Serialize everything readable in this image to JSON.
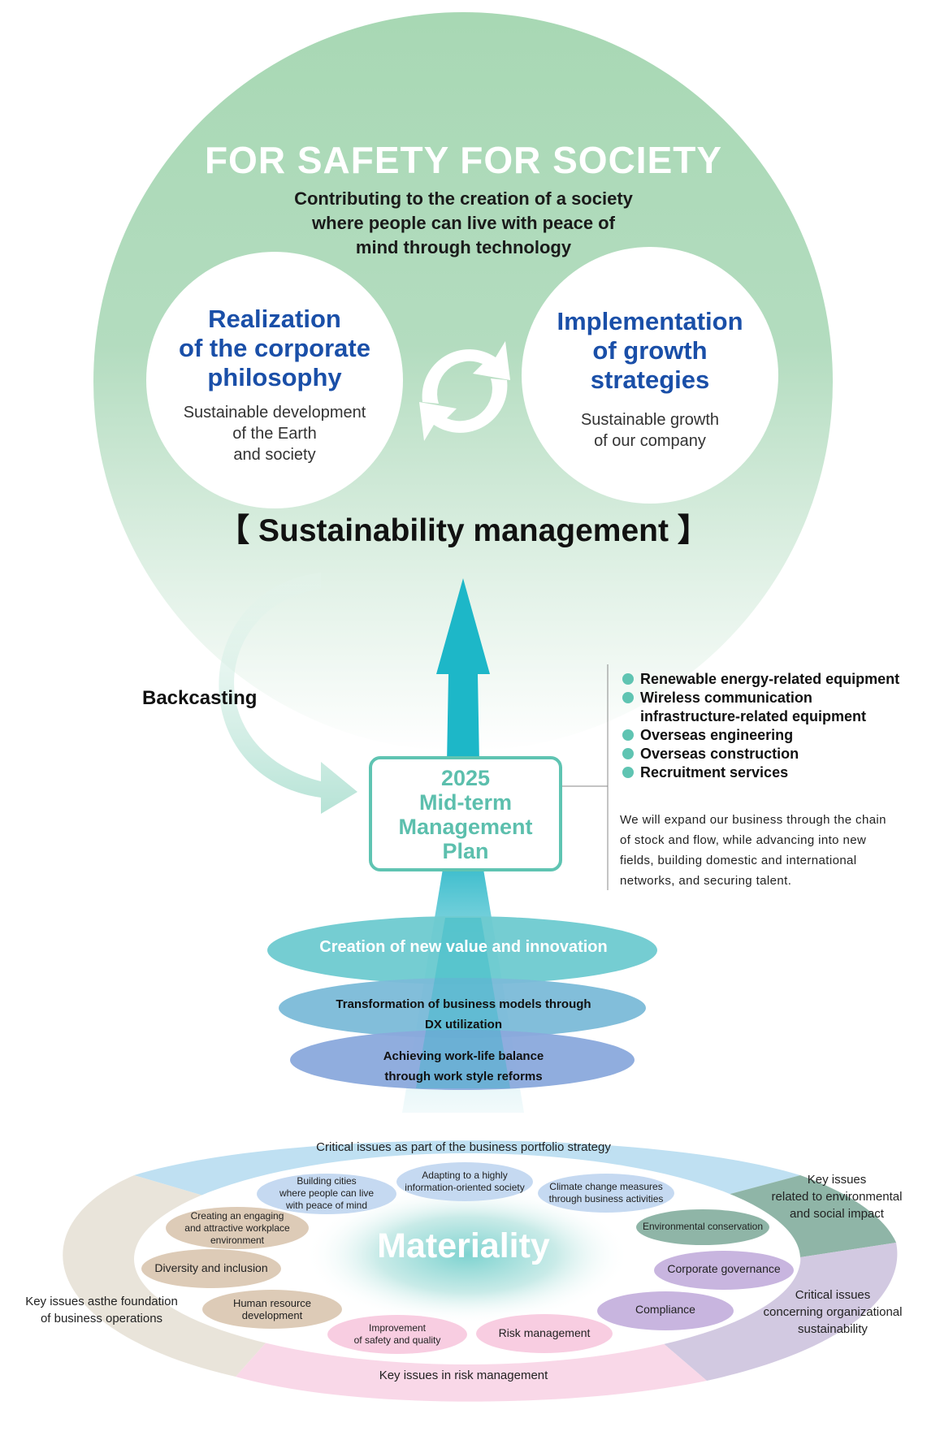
{
  "hero": {
    "title": "FOR SAFETY  FOR SOCIETY",
    "subtitle_lines": [
      "Contributing to the creation of a society",
      "where people can live with peace of",
      "mind through technology"
    ]
  },
  "left_circle": {
    "title_lines": [
      "Realization",
      "of the corporate",
      "philosophy"
    ],
    "body_lines": [
      "Sustainable development",
      "of the Earth",
      "and society"
    ]
  },
  "right_circle": {
    "title_lines": [
      "Implementation",
      "of growth",
      "strategies"
    ],
    "body_lines": [
      "Sustainable growth",
      "of our company"
    ]
  },
  "sustainability_title": "【 Sustainability management 】",
  "backcasting": "Backcasting",
  "plan": {
    "lines": [
      "2025",
      "Mid-term",
      "Management",
      "Plan"
    ]
  },
  "growth_fields": [
    "Renewable energy-related equipment",
    "Wireless communication",
    "infrastructure-related equipment",
    "Overseas engineering",
    "Overseas construction",
    "Recruitment services"
  ],
  "expand_text_lines": [
    "We will expand our business through the chain",
    "of stock and flow, while advancing into new",
    "fields, building domestic and international",
    "networks, and securing talent."
  ],
  "bands": {
    "creation": "Creation of new value and innovation",
    "dx_lines": [
      "Transformation of business models through",
      "DX utilization"
    ],
    "worklife_lines": [
      "Achieving work-life balance",
      "through work style reforms"
    ]
  },
  "materiality": {
    "title": "Materiality",
    "ring_labels": {
      "portfolio": "Critical issues as part of the business portfolio strategy",
      "env_lines": [
        "Key issues",
        "related to environmental",
        "and social impact"
      ],
      "org_lines": [
        "Critical issues",
        "concerning organizational",
        "sustainability"
      ],
      "risk": "Key issues in risk management",
      "foundation_lines": [
        "Key issues asthe foundation",
        "of business operations"
      ]
    },
    "items": {
      "building_cities": [
        "Building cities",
        "where people can live",
        "with peace of mind"
      ],
      "info_society": [
        "Adapting to a highly",
        "information-oriented society"
      ],
      "climate": [
        "Climate change measures",
        "through business activities"
      ],
      "env_conservation": [
        "Environmental conservation"
      ],
      "governance": [
        "Corporate governance"
      ],
      "compliance": [
        "Compliance"
      ],
      "risk_mgmt": [
        "Risk management"
      ],
      "safety_quality": [
        "Improvement",
        "of safety and quality"
      ],
      "human_resource": [
        "Human resource",
        "development"
      ],
      "diversity": [
        "Diversity and inclusion"
      ],
      "workplace": [
        "Creating an engaging",
        "and attractive workplace",
        "environment"
      ]
    }
  },
  "colors": {
    "hero_green": "#a9d8b6",
    "title_blue": "#1a4fa8",
    "teal": "#5fc4b2",
    "arrow_teal": "#1fb7c4",
    "portfolio_blue": "#bfe0f2",
    "env_green": "#8fb5a7",
    "org_purple": "#d2c9e1",
    "risk_pink": "#f9d8e8",
    "foundation_beige": "#e9e4da"
  }
}
